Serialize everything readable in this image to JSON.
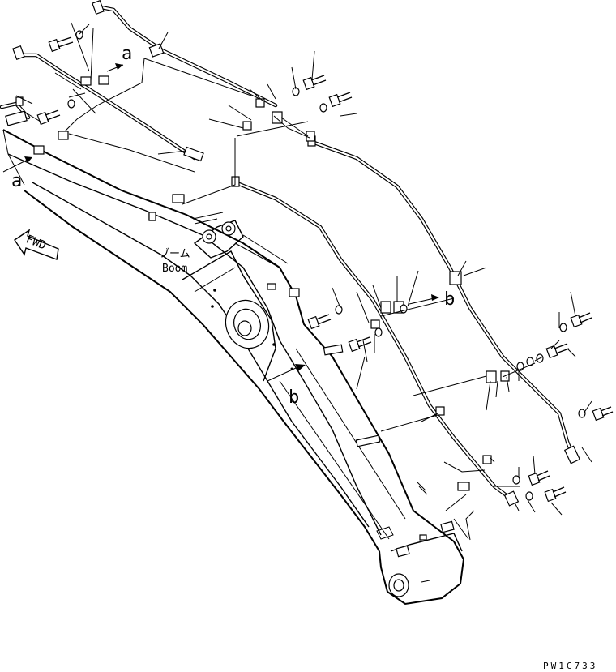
{
  "labels": {
    "view_a_top": "a",
    "view_a_left": "a",
    "view_b_right": "b",
    "view_b_center": "b",
    "fwd": "FWD",
    "boom_jp": "ブーム",
    "boom_en": "Boom",
    "drawing_code": "PW1C733"
  }
}
